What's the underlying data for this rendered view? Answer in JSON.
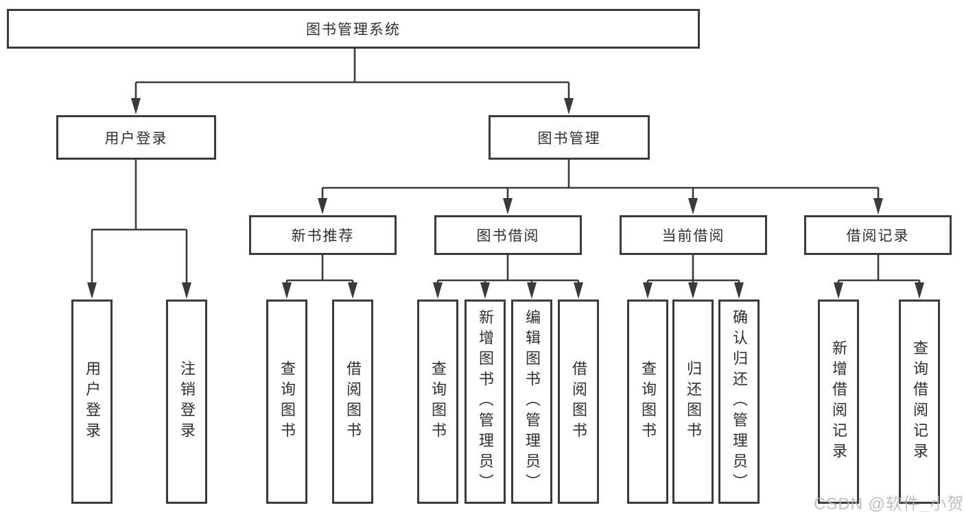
{
  "diagram": {
    "title": "图书管理系统",
    "branches": [
      {
        "label": "用户登录",
        "children": [
          "用户登录",
          "注销登录"
        ]
      },
      {
        "label": "图书管理",
        "groups": [
          {
            "label": "新书推荐",
            "children": [
              "查询图书",
              "借阅图书"
            ]
          },
          {
            "label": "图书借阅",
            "children": [
              "查询图书",
              "新增图书（管理员）",
              "编辑图书（管理员）",
              "借阅图书"
            ]
          },
          {
            "label": "当前借阅",
            "children": [
              "查询图书",
              "归还图书",
              "确认归还（管理员）"
            ]
          },
          {
            "label": "借阅记录",
            "children": [
              "新增借阅记录",
              "查询借阅记录"
            ]
          }
        ]
      }
    ]
  },
  "watermark": "CSDN @软件_小贺同学",
  "colors": {
    "background": "#ffffff",
    "line": "#3a3a3a",
    "box_border": "#3a3a3a",
    "text": "#2e2e2e",
    "watermark": "#b5b5b5"
  }
}
